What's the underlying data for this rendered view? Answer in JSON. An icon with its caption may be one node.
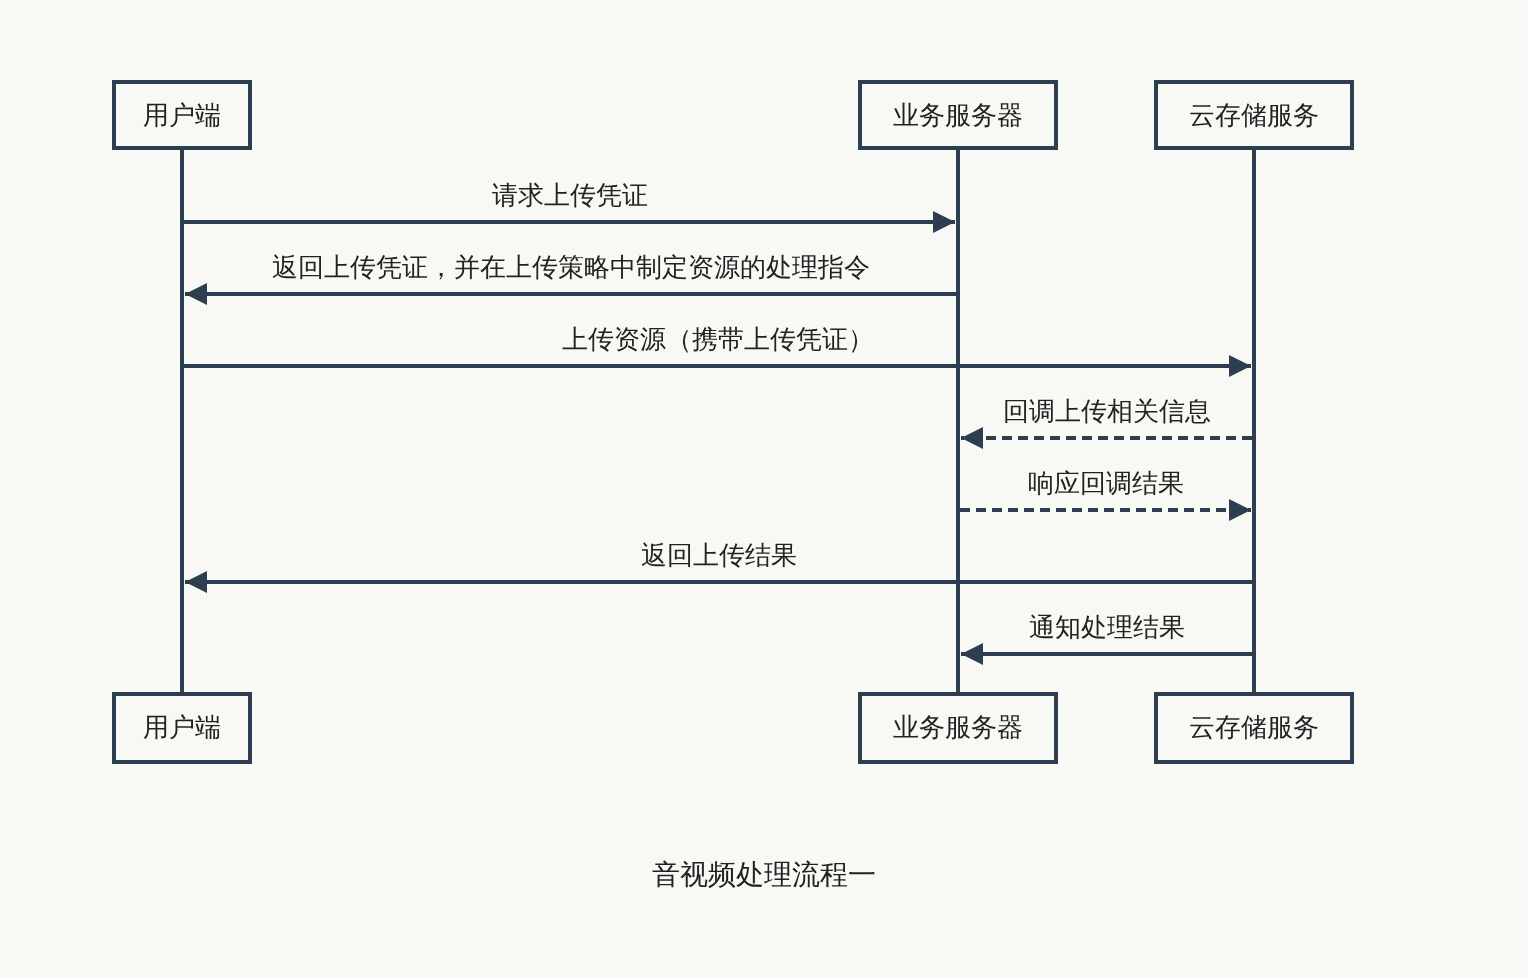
{
  "diagram": {
    "caption": "音视频处理流程一",
    "nodes": [
      {
        "text": [
          "用户端"
        ]
      },
      {
        "text": [
          "业务服务器"
        ]
      },
      {
        "text": [
          "云存储服务"
        ]
      },
      {
        "text": [],
        "shape": "line"
      },
      {
        "text": [],
        "shape": "line"
      },
      {
        "text": [],
        "shape": "line"
      },
      {
        "text": [
          "用户端"
        ]
      },
      {
        "text": [
          "业务服务器"
        ]
      },
      {
        "text": [
          "云存储服务"
        ]
      }
    ],
    "edges": [
      {
        "from": 3,
        "to": 4,
        "arrow": "to",
        "label": "请求上传凭证"
      },
      {
        "from": 4,
        "to": 3,
        "arrow": "to",
        "label": "返回上传凭证，并在上传策略中制定资源的处理指令"
      },
      {
        "from": 3,
        "to": 5,
        "arrow": "to",
        "label": "上传资源（携带上传凭证）"
      },
      {
        "from": 5,
        "to": 4,
        "arrow": "to",
        "label": "回调上传相关信息",
        "style": "dashed"
      },
      {
        "from": 4,
        "to": 5,
        "arrow": "to",
        "label": "响应回调结果",
        "style": "dashed"
      },
      {
        "from": 5,
        "to": 3,
        "arrow": "to",
        "label": "返回上传结果"
      },
      {
        "from": 5,
        "to": 4,
        "arrow": "to",
        "label": "通知处理结果"
      }
    ]
  }
}
